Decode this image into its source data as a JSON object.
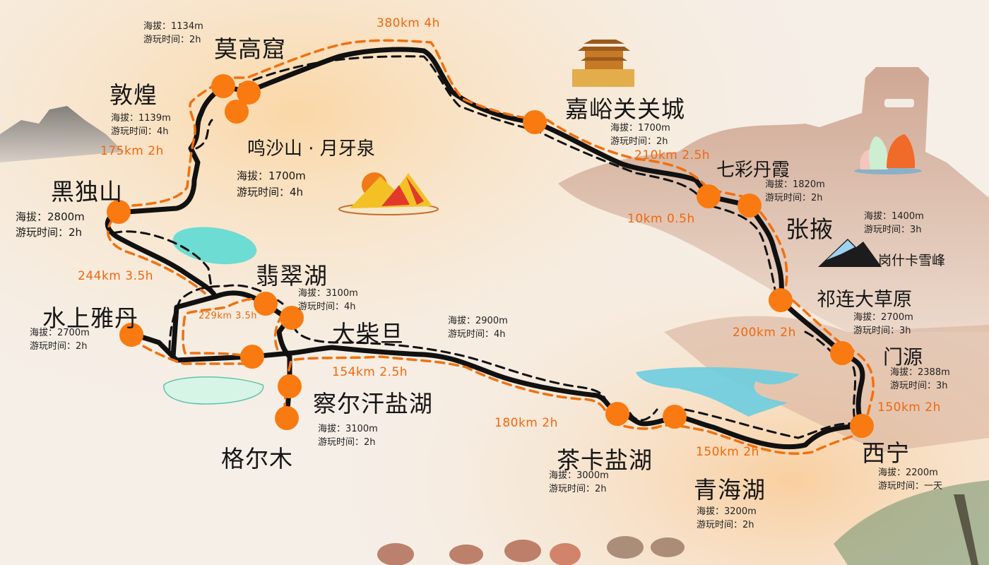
{
  "map": {
    "colors": {
      "route_solid": "#111111",
      "route_dashed": "#111111",
      "route_orange": "#f07010",
      "stop_marker": "#f97a10",
      "distance_text": "#f0670f"
    },
    "labels": {
      "altitude_prefix": "海拔：",
      "duration_prefix": "游玩时间："
    },
    "stops": [
      {
        "id": "mogao",
        "name": "莫高窟",
        "altitude": "海拔：1134m",
        "duration": "游玩时间：2h"
      },
      {
        "id": "dunhuang",
        "name": "敦煌",
        "altitude": "海拔：1139m",
        "duration": "游玩时间：4h"
      },
      {
        "id": "mingsha",
        "name": "鸣沙山 · 月牙泉",
        "altitude": "海拔：1700m",
        "duration": "游玩时间：4h"
      },
      {
        "id": "heidushan",
        "name": "黑独山",
        "altitude": "海拔：2800m",
        "duration": "游玩时间：2h"
      },
      {
        "id": "shuishang",
        "name": "水上雅丹",
        "altitude": "海拔：2700m",
        "duration": "游玩时间：2h"
      },
      {
        "id": "feicui",
        "name": "翡翠湖",
        "altitude": "海拔：3100m",
        "duration": "游玩时间：4h"
      },
      {
        "id": "dachaidan",
        "name": "大柴旦",
        "altitude": "海拔：2900m",
        "duration": "游玩时间：4h"
      },
      {
        "id": "chaerhan",
        "name": "察尔汗盐湖",
        "altitude": "海拔：3100m",
        "duration": "游玩时间：2h"
      },
      {
        "id": "geermu",
        "name": "格尔木",
        "altitude": "",
        "duration": ""
      },
      {
        "id": "jiayuguan",
        "name": "嘉峪关关城",
        "altitude": "海拔：1700m",
        "duration": "游玩时间：2h"
      },
      {
        "id": "qicai",
        "name": "七彩丹霞",
        "altitude": "海拔：1820m",
        "duration": "游玩时间：2h"
      },
      {
        "id": "zhangye",
        "name": "张掖",
        "altitude": "海拔：1400m",
        "duration": "游玩时间：3h"
      },
      {
        "id": "gangshika",
        "name": "岗什卡雪峰",
        "altitude": "",
        "duration": ""
      },
      {
        "id": "qilian",
        "name": "祁连大草原",
        "altitude": "海拔：2700m",
        "duration": "游玩时间：3h"
      },
      {
        "id": "menyuan",
        "name": "门源",
        "altitude": "海拔：2388m",
        "duration": "游玩时间：3h"
      },
      {
        "id": "xining",
        "name": "西宁",
        "altitude": "海拔：2200m",
        "duration": "游玩时间：一天"
      },
      {
        "id": "qinghaihu",
        "name": "青海湖",
        "altitude": "海拔：3200m",
        "duration": "游玩时间：2h"
      },
      {
        "id": "chaka",
        "name": "茶卡盐湖",
        "altitude": "海拔：3000m",
        "duration": "游玩时间：2h"
      }
    ],
    "segments": [
      {
        "id": "dunhuang_jiayuguan",
        "text": "380km 4h"
      },
      {
        "id": "dunhuang_heidushan",
        "text": "175km 2h"
      },
      {
        "id": "heidushan_shuishang",
        "text": "244km 3.5h"
      },
      {
        "id": "shuishang_feicui",
        "text": "229km 3.5h"
      },
      {
        "id": "dachaidan_chaka",
        "text": "154km 2.5h"
      },
      {
        "id": "to_chaka",
        "text": "180km 2h"
      },
      {
        "id": "chaka_qinghaihu_xining",
        "text": "150km 2h"
      },
      {
        "id": "jiayuguan_qicai",
        "text": "210km 2.5h"
      },
      {
        "id": "qicai_zhangye",
        "text": "10km 0.5h"
      },
      {
        "id": "zhangye_qilian",
        "text": "200km 2h"
      },
      {
        "id": "menyuan_xining",
        "text": "150km 2h"
      }
    ]
  }
}
